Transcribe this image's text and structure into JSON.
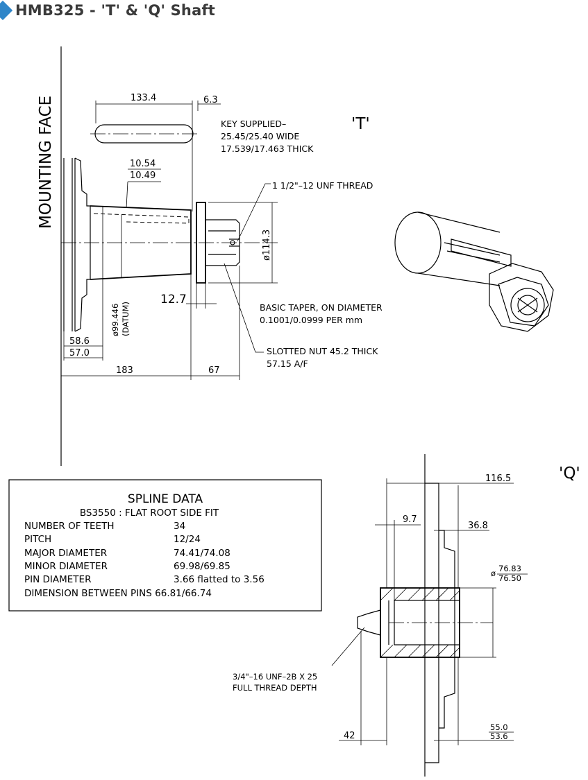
{
  "header": {
    "title": "HMB325 - 'T' & 'Q' Shaft"
  },
  "t_view": {
    "label": "'T'",
    "mounting_face": "MOUNTING FACE",
    "dims": {
      "key_length": "133.4",
      "key_offset": "6.3",
      "taper_a": "10.54",
      "taper_b": "10.49",
      "datum_dia": "ø99.446",
      "datum": "(DATUM)",
      "flange_a": "58.6",
      "flange_b": "57.0",
      "nut_gap": "12.7",
      "length_183": "183",
      "length_67": "67",
      "dia_114": "ø114.3"
    },
    "notes": {
      "key_1": "KEY SUPPLIED–",
      "key_2": "25.45/25.40 WIDE",
      "key_3": "17.539/17.463 THICK",
      "thread": "1 1/2\"–12 UNF THREAD",
      "taper_1": "BASIC TAPER, ON DIAMETER",
      "taper_2": "0.1001/0.0999 PER mm",
      "nut_1": "SLOTTED NUT 45.2 THICK",
      "nut_2": "57.15 A/F"
    }
  },
  "spline": {
    "title": "SPLINE DATA",
    "subtitle": "BS3550 : FLAT ROOT SIDE FIT",
    "rows": [
      {
        "label": "NUMBER OF TEETH",
        "value": "34"
      },
      {
        "label": "PITCH",
        "value": "12/24"
      },
      {
        "label": "MAJOR DIAMETER",
        "value": "74.41/74.08"
      },
      {
        "label": "MINOR DIAMETER",
        "value": "69.98/69.85"
      },
      {
        "label": "PIN DIAMETER",
        "value": "3.66 flatted to 3.56"
      }
    ],
    "last_row": "DIMENSION BETWEEN PINS 66.81/66.74"
  },
  "q_view": {
    "label": "'Q'",
    "dims": {
      "d116": "116.5",
      "d9": "9.7",
      "d36": "36.8",
      "dia_top": "76.83",
      "dia_bot": "76.50",
      "dia_sym": "ø",
      "d42": "42",
      "d55": "55.0",
      "d53": "53.6"
    },
    "notes": {
      "thread_1": "3/4\"–16 UNF–2B X 25",
      "thread_2": "FULL THREAD DEPTH"
    }
  }
}
